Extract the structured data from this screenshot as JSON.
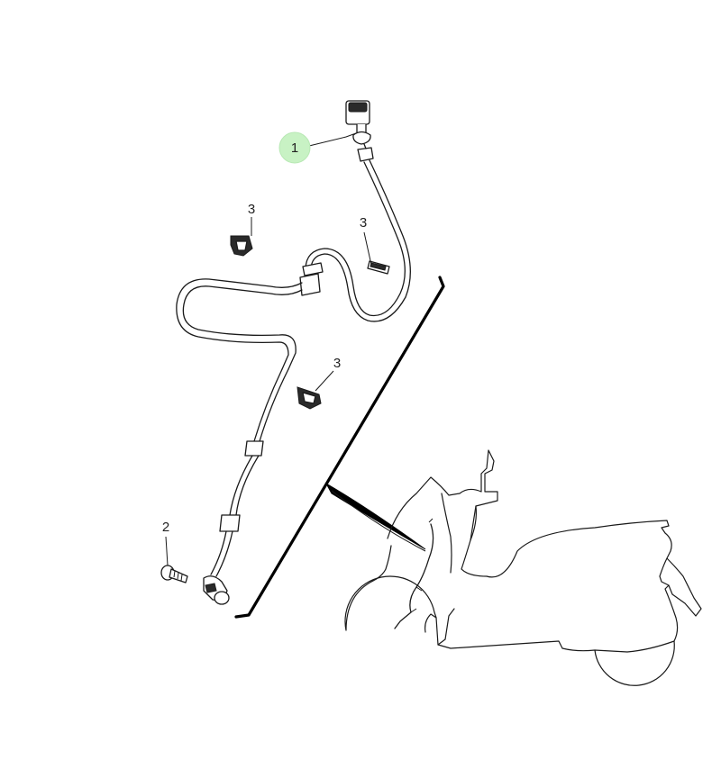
{
  "callouts": [
    {
      "id": "c1",
      "label": "1",
      "highlighted": true
    },
    {
      "id": "c2",
      "label": "2",
      "highlighted": false
    },
    {
      "id": "c3a",
      "label": "3",
      "highlighted": false
    },
    {
      "id": "c3b",
      "label": "3",
      "highlighted": false
    },
    {
      "id": "c3c",
      "label": "3",
      "highlighted": false
    }
  ],
  "colors": {
    "highlight": "#c8f2c4",
    "line": "#1a1a1a",
    "background": "#ffffff"
  }
}
